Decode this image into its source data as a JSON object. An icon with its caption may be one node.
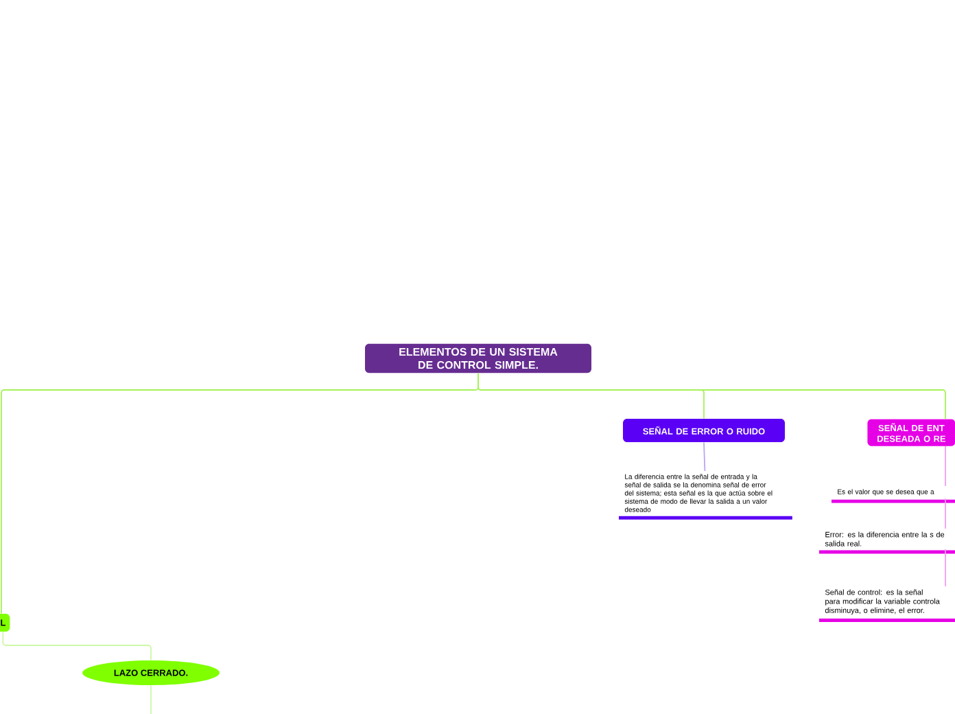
{
  "diagram": {
    "nodes": [
      {
        "text": [
          "ELEMENTOS DE UN SISTEMA DE CONTROL SIMPLE."
        ]
      },
      {
        "text": [
          "SEÑAL DE ERROR O RUIDO"
        ]
      },
      {
        "text": [
          "La diferencia entre la señal de entrada y la señal de salida se la denomina señal de error del sistema; esta señal es la que actúa sobre el sistema de modo de llevar la salida a un valor deseado"
        ]
      },
      {
        "text": [
          "SEÑAL DE ENT DESEADA O RE"
        ]
      },
      {
        "text": [
          "Es el valor que se desea que a"
        ]
      },
      {
        "text": [
          "Error: es la diferencia entre la s de salida real."
        ]
      },
      {
        "text": [
          "Señal de control: es la señal para modificar la variable controla disminuya, o elimine, el error."
        ]
      },
      {
        "text": [
          "L"
        ]
      },
      {
        "text": [
          "LAZO CERRADO."
        ]
      }
    ],
    "edges": [
      {
        "from": 0,
        "to": 1,
        "arrow": "none",
        "color": "#a6f25a"
      },
      {
        "from": 0,
        "to": 3,
        "arrow": "none",
        "color": "#a6f25a"
      },
      {
        "from": 0,
        "to": 7,
        "arrow": "none",
        "color": "#a6f25a"
      },
      {
        "from": 1,
        "to": 2,
        "arrow": "none",
        "color": "#b9a6f5"
      },
      {
        "from": 3,
        "to": 4,
        "arrow": "none",
        "color": "#f0a0f0"
      },
      {
        "from": 4,
        "to": 5,
        "arrow": "none",
        "color": "#f0a0f0"
      },
      {
        "from": 5,
        "to": 6,
        "arrow": "none",
        "color": "#f0a0f0"
      },
      {
        "from": 7,
        "to": 8,
        "arrow": "none",
        "color": "#cdf7a8"
      },
      {
        "from": 8,
        "to": null,
        "arrow": "none",
        "color": "#cdf7a8"
      }
    ]
  }
}
